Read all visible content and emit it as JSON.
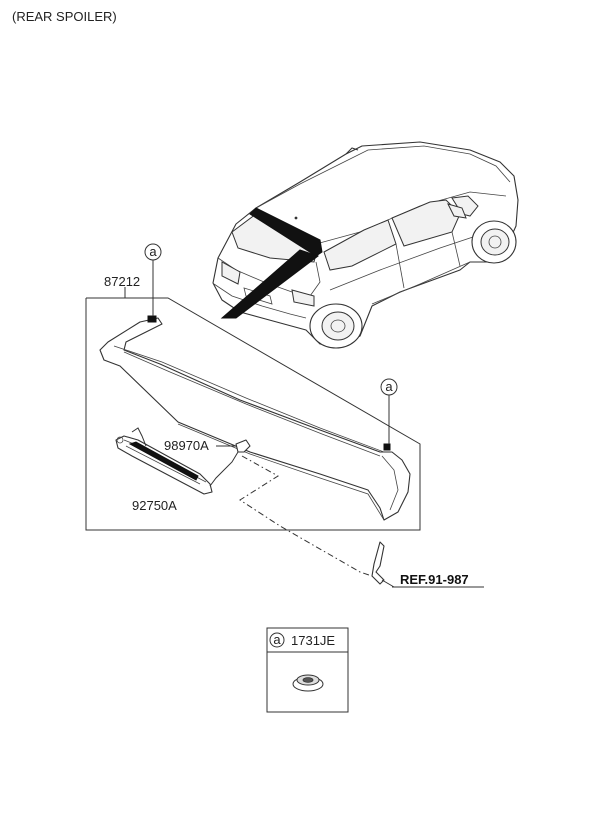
{
  "title": "(REAR SPOILER)",
  "parts": {
    "spoiler": "87212",
    "lamp_bracket": "98970A",
    "stop_lamp": "92750A",
    "reference": "REF.91-987"
  },
  "callouts": {
    "marker": "a"
  },
  "legend": {
    "marker": "a",
    "part_number": "1731JE"
  }
}
